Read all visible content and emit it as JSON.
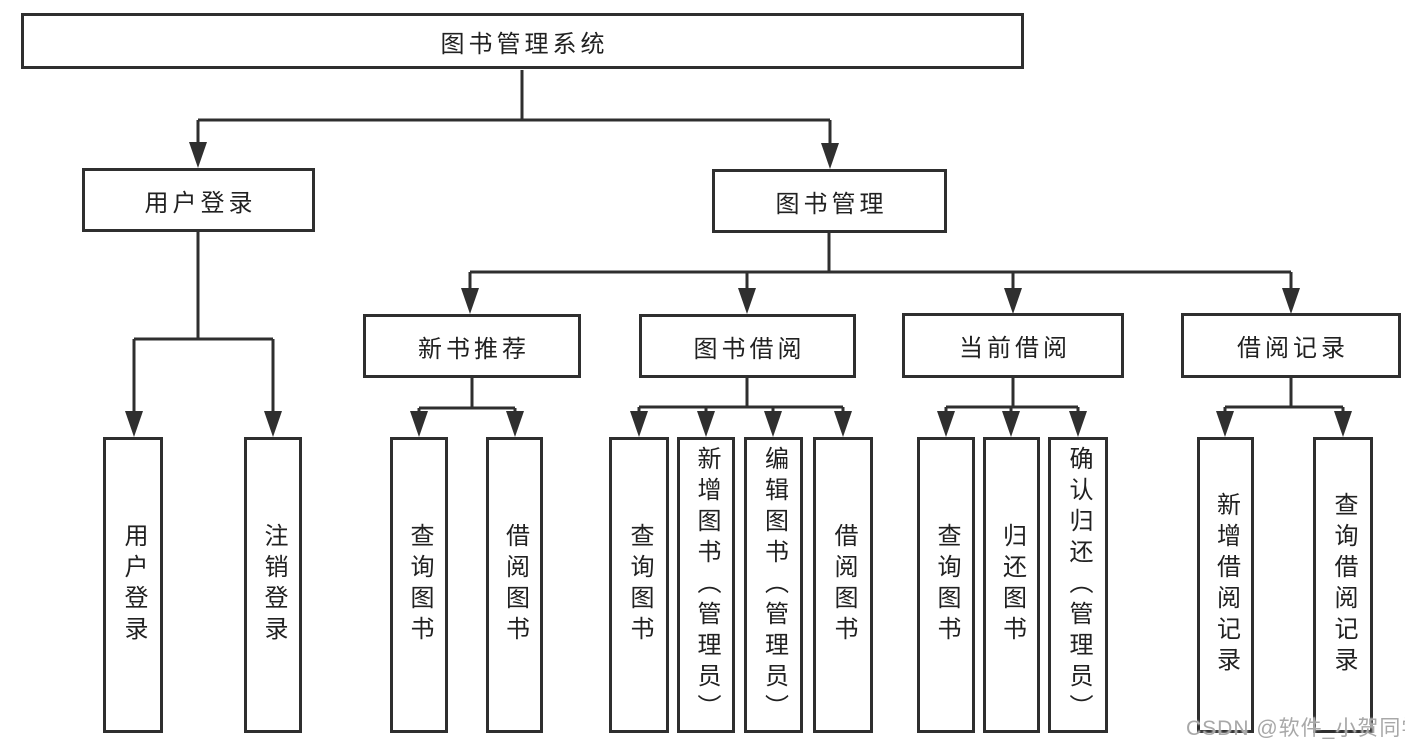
{
  "colors": {
    "line": "#2f2f2f",
    "text": "#212121",
    "watermark": "#a8a8a8",
    "background": "#ffffff"
  },
  "watermark": {
    "text": "CSDN @软件_小贺同学"
  },
  "diagram": {
    "type": "tree",
    "root": {
      "label": "图书管理系统"
    },
    "level2": [
      {
        "label": "用户登录"
      },
      {
        "label": "图书管理"
      }
    ],
    "level3": [
      {
        "label": "新书推荐"
      },
      {
        "label": "图书借阅"
      },
      {
        "label": "当前借阅"
      },
      {
        "label": "借阅记录"
      }
    ],
    "leaves": {
      "user_login": [
        {
          "label": "用户登录"
        },
        {
          "label": "注销登录"
        }
      ],
      "new_book_recommend": [
        {
          "label": "查询图书"
        },
        {
          "label": "借阅图书"
        }
      ],
      "book_borrowing": [
        {
          "label": "查询图书"
        },
        {
          "label": "新增图书（管理员）"
        },
        {
          "label": "编辑图书（管理员）"
        },
        {
          "label": "借阅图书"
        }
      ],
      "current_borrowing": [
        {
          "label": "查询图书"
        },
        {
          "label": "归还图书"
        },
        {
          "label": "确认归还（管理员）"
        }
      ],
      "borrowing_records": [
        {
          "label": "新增借阅记录"
        },
        {
          "label": "查询借阅记录"
        }
      ]
    }
  }
}
